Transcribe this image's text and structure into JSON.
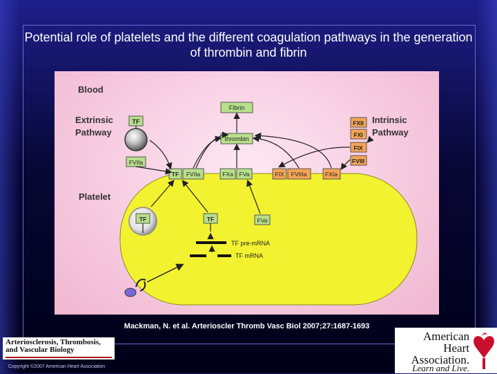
{
  "slide": {
    "title": "Potential role of platelets and the different coagulation pathways in the generation of thrombin and fibrin",
    "citation": "Mackman, N. et al. Arterioscler Thromb Vasc Biol 2007;27:1687-1693",
    "copyright": "Copyright ©2007 American Heart Association",
    "journal_lines": [
      "Arteriosclerosis, Thrombosis,",
      "and Vascular Biology"
    ],
    "publisher_lines": [
      "American Heart",
      "Association."
    ],
    "publisher_tagline": "Learn and Live."
  },
  "diagram": {
    "labels": {
      "blood": "Blood",
      "extrinsic_1": "Extrinsic",
      "extrinsic_2": "Pathway",
      "intrinsic_1": "Intrinsic",
      "intrinsic_2": "Pathway",
      "platelet": "Platelet",
      "tf_pre_mrna": "TF pre-mRNA",
      "tf_mrna": "TF mRNA"
    },
    "boxes": {
      "fibrin": "Fibrin",
      "thrombin": "thrombin",
      "tf_extrinsic": "TF",
      "fviia": "FVIIa",
      "tf_complex": "TF",
      "fviia_complex": "FVIIa",
      "fxa": "FXa",
      "fva": "FVa",
      "fix": "FIX",
      "fviiia": "FVIIIa",
      "fxia": "FXIa",
      "fxii": "FXII",
      "fxi": "FXI",
      "fix_intrinsic": "FIX",
      "fviii": "FVIII",
      "tf_granule": "TF",
      "tf_platelet": "TF",
      "fva_platelet": "FVa"
    },
    "colors": {
      "green_box": "#b8e08a",
      "orange_box": "#f3a455",
      "platelet": "#f2f230",
      "background": "#f6c9de"
    }
  }
}
